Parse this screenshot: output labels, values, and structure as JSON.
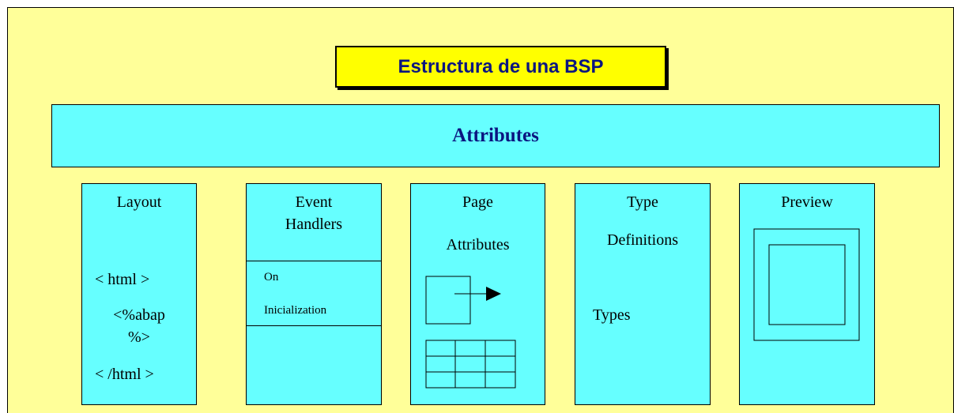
{
  "title": "Estructura de una BSP",
  "attributes_label": "Attributes",
  "columns": [
    {
      "heading": "Layout",
      "code_lines": [
        "< html >",
        "<%abap",
        "%>",
        "< /html >"
      ]
    },
    {
      "heading_line1": "Event",
      "heading_line2": "Handlers",
      "handler_line1": "On",
      "handler_line2": "Inicialization"
    },
    {
      "heading_line1": "Page",
      "heading_line2": "Attributes"
    },
    {
      "heading_line1": "Type",
      "heading_line2": "Definitions",
      "body": "Types"
    },
    {
      "heading": "Preview"
    }
  ],
  "colors": {
    "background": "#ffff99",
    "title_fill": "#ffff00",
    "box_fill": "#66ffff",
    "title_text": "#0b1580"
  }
}
